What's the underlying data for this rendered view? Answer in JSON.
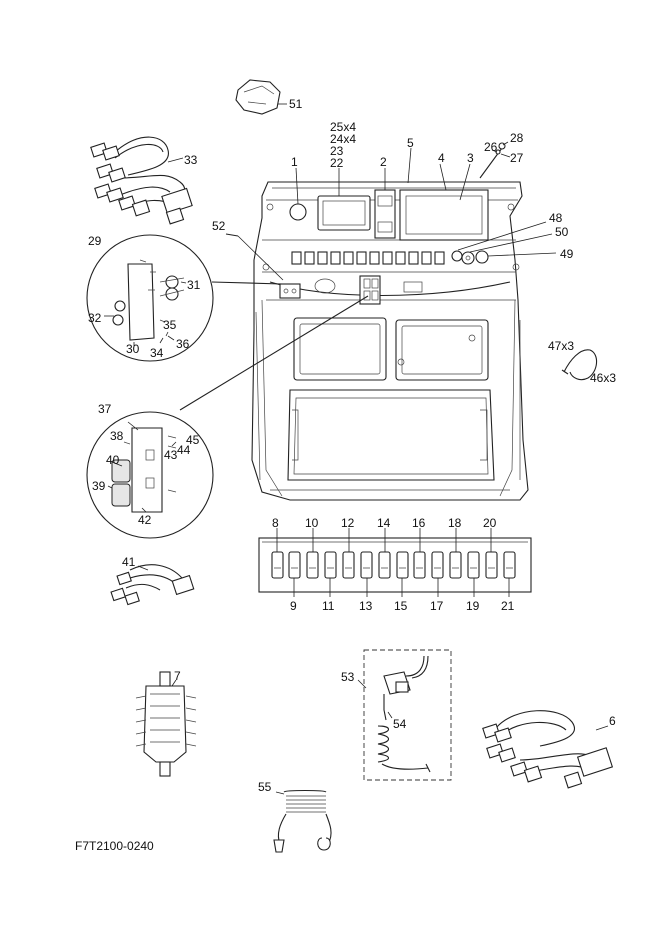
{
  "drawing_code": "F7T2100-0240",
  "callouts": {
    "c1": "1",
    "c2": "2",
    "c3": "3",
    "c4": "4",
    "c5": "5",
    "c6": "6",
    "c7": "7",
    "c8": "8",
    "c9": "9",
    "c10": "10",
    "c11": "11",
    "c12": "12",
    "c13": "13",
    "c14": "14",
    "c15": "15",
    "c16": "16",
    "c17": "17",
    "c18": "18",
    "c19": "19",
    "c20": "20",
    "c21": "21",
    "c22": "22",
    "c23": "23",
    "c24": "24x4",
    "c25": "25x4",
    "c26": "26",
    "c27": "27",
    "c28": "28",
    "c29": "29",
    "c30": "30",
    "c31": "31",
    "c32": "32",
    "c33": "33",
    "c34": "34",
    "c35": "35",
    "c36": "36",
    "c37": "37",
    "c38": "38",
    "c39": "39",
    "c40": "40",
    "c41": "41",
    "c42": "42",
    "c43": "43",
    "c44": "44",
    "c45": "45",
    "c46": "46x3",
    "c47": "47x3",
    "c48": "48",
    "c49": "49",
    "c50": "50",
    "c51": "51",
    "c52": "52",
    "c53": "53",
    "c54": "54",
    "c55": "55"
  }
}
